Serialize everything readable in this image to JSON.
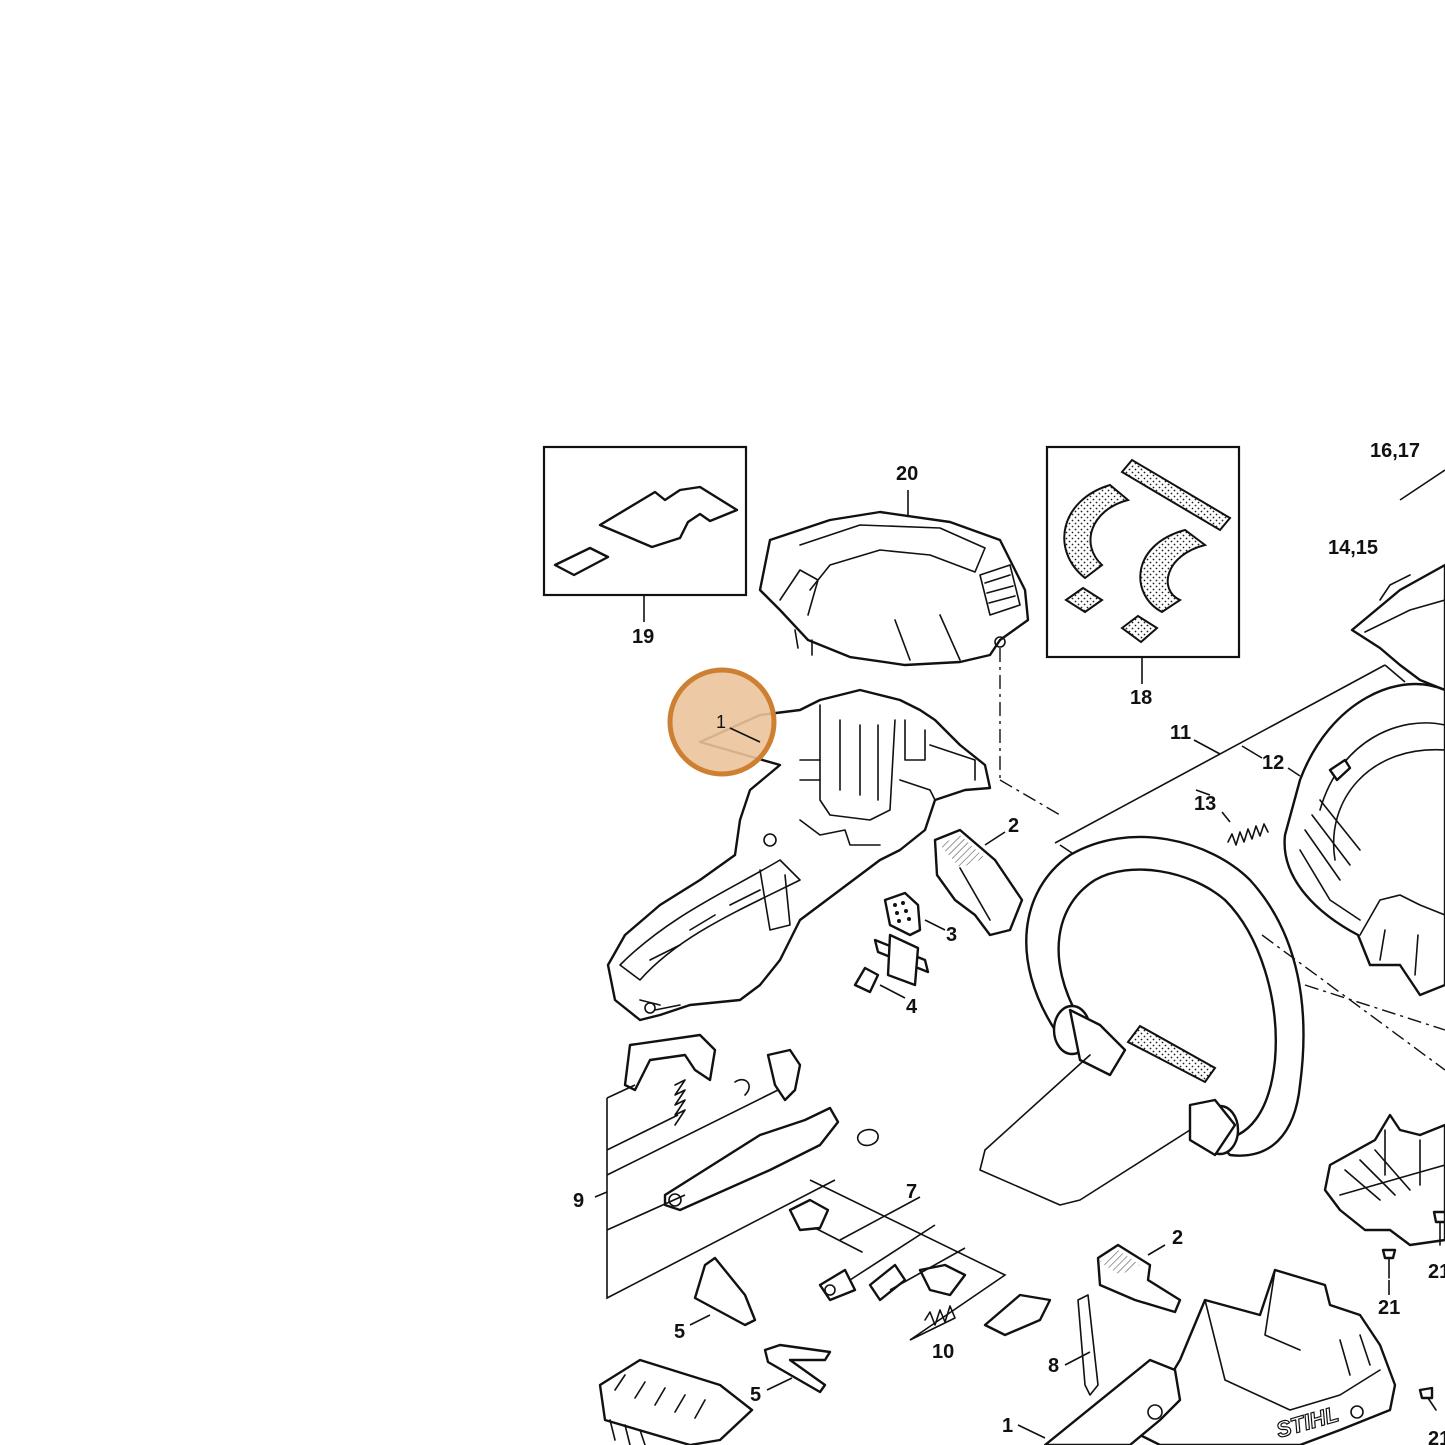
{
  "diagram": {
    "highlight": {
      "label": "1",
      "fill": "#ecc39c",
      "stroke": "#cd7f32"
    },
    "brand_text": "STIHL",
    "callouts": [
      {
        "id": "c19",
        "label": "19"
      },
      {
        "id": "c20",
        "label": "20"
      },
      {
        "id": "c18",
        "label": "18"
      },
      {
        "id": "c16-17",
        "label": "16,17"
      },
      {
        "id": "c14-15",
        "label": "14,15"
      },
      {
        "id": "c11",
        "label": "11"
      },
      {
        "id": "c12",
        "label": "12"
      },
      {
        "id": "c13",
        "label": "13"
      },
      {
        "id": "c2a",
        "label": "2"
      },
      {
        "id": "c3",
        "label": "3"
      },
      {
        "id": "c4",
        "label": "4"
      },
      {
        "id": "c9",
        "label": "9"
      },
      {
        "id": "c7",
        "label": "7"
      },
      {
        "id": "c5a",
        "label": "5"
      },
      {
        "id": "c5b",
        "label": "5"
      },
      {
        "id": "c10",
        "label": "10"
      },
      {
        "id": "c8",
        "label": "8"
      },
      {
        "id": "c2b",
        "label": "2"
      },
      {
        "id": "c21a",
        "label": "21"
      },
      {
        "id": "c21b",
        "label": "21"
      },
      {
        "id": "c21c",
        "label": "21"
      },
      {
        "id": "c1b",
        "label": "1"
      }
    ]
  }
}
